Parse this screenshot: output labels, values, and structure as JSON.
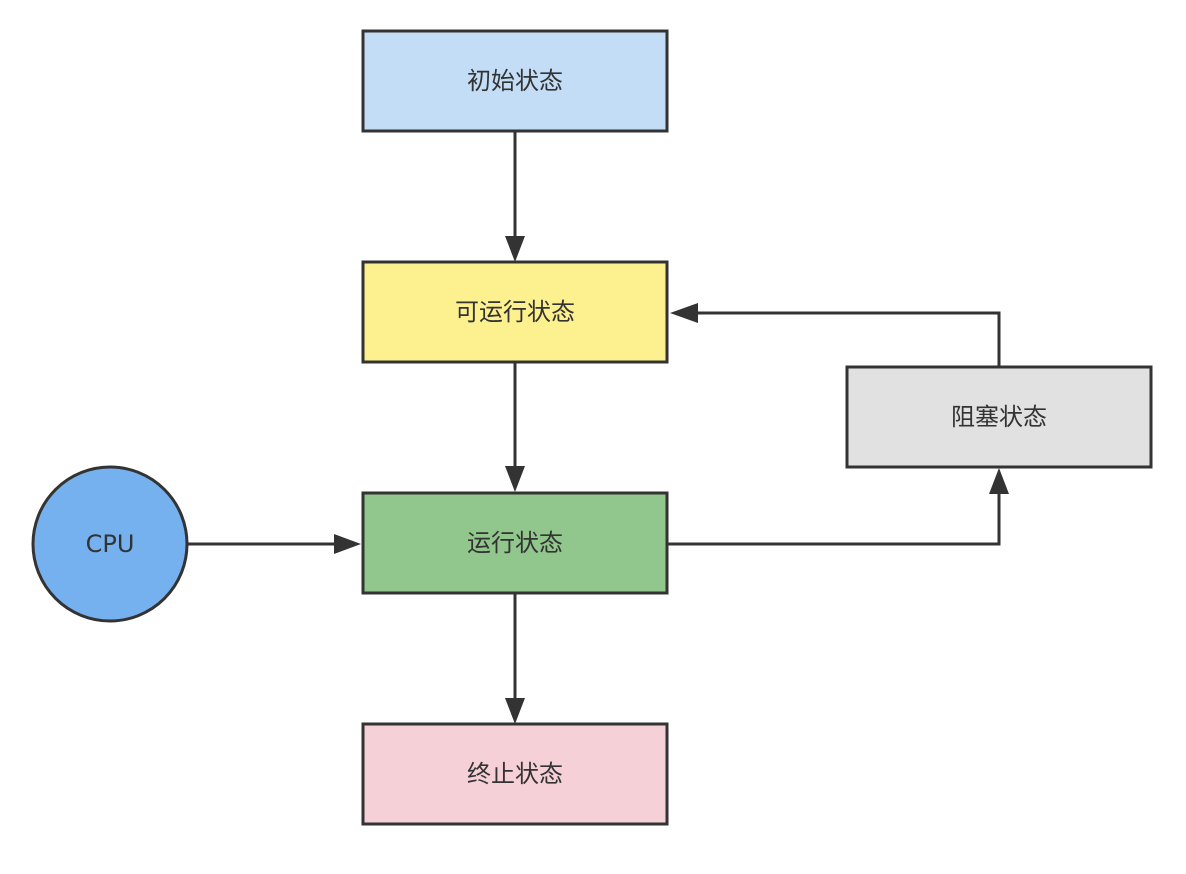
{
  "nodes": {
    "initial": {
      "label": "初始状态",
      "fill": "#c3ddf6"
    },
    "runnable": {
      "label": "可运行状态",
      "fill": "#fdf08e"
    },
    "running": {
      "label": "运行状态",
      "fill": "#91c68c"
    },
    "terminated": {
      "label": "终止状态",
      "fill": "#f5d0d7"
    },
    "blocked": {
      "label": "阻塞状态",
      "fill": "#e1e1e1"
    },
    "cpu": {
      "label": "CPU",
      "fill": "#76b1ef"
    }
  },
  "edges": [
    {
      "from": "初始状态",
      "to": "可运行状态"
    },
    {
      "from": "可运行状态",
      "to": "运行状态"
    },
    {
      "from": "运行状态",
      "to": "终止状态"
    },
    {
      "from": "CPU",
      "to": "运行状态"
    },
    {
      "from": "运行状态",
      "to": "阻塞状态"
    },
    {
      "from": "阻塞状态",
      "to": "可运行状态"
    }
  ]
}
